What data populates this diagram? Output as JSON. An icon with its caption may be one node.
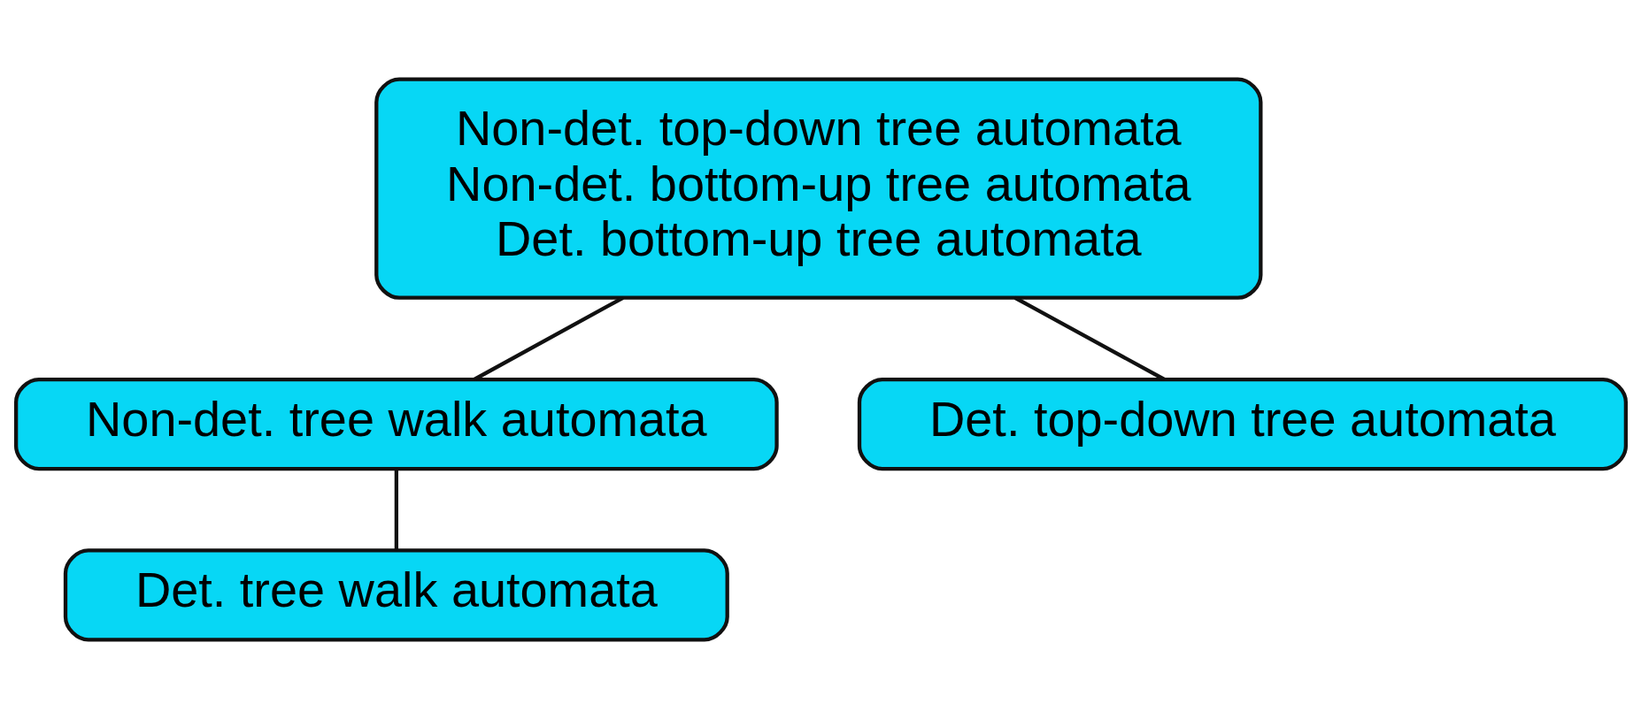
{
  "diagram": {
    "nodes": [
      {
        "text": [
          "Non-det. top-down tree automata",
          "Non-det. bottom-up tree automata",
          "Det. bottom-up tree automata"
        ]
      },
      {
        "text": [
          "Non-det. tree walk automata"
        ]
      },
      {
        "text": [
          "Det. top-down tree automata"
        ]
      },
      {
        "text": [
          "Det. tree walk automata"
        ]
      }
    ],
    "edges": [
      {
        "from": 0,
        "to": 2,
        "arrow": "none"
      },
      {
        "from": 0,
        "to": 1,
        "arrow": "none"
      },
      {
        "from": 1,
        "to": 3,
        "arrow": "none"
      }
    ]
  }
}
